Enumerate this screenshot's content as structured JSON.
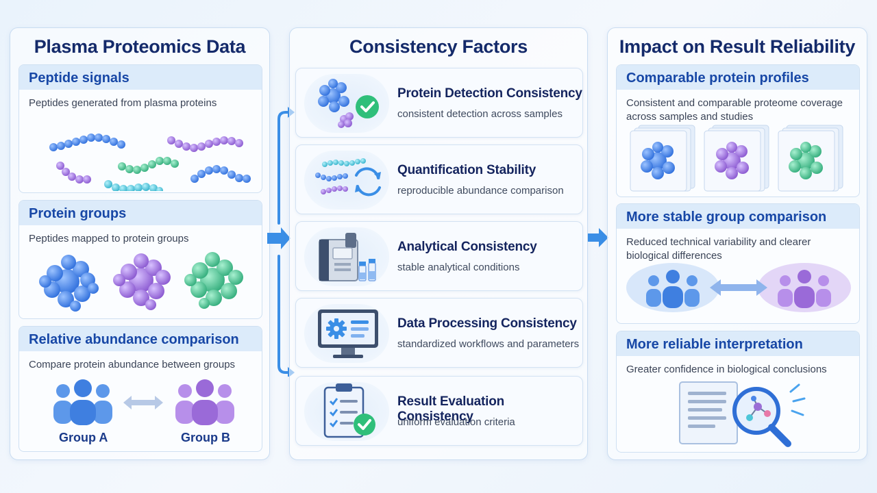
{
  "left": {
    "title": "Plasma Proteomics Data",
    "peptide": {
      "title": "Peptide signals",
      "desc": "Peptides generated from plasma proteins"
    },
    "protein": {
      "title": "Protein groups",
      "desc": "Peptides mapped to protein groups"
    },
    "abundance": {
      "title": "Relative abundance comparison",
      "desc": "Compare protein abundance between groups",
      "group_a": "Group A",
      "group_b": "Group B"
    }
  },
  "middle": {
    "title": "Consistency Factors",
    "factors": [
      {
        "title": "Protein Detection Consistency",
        "desc": "consistent detection across samples",
        "icon": "protein-check-icon"
      },
      {
        "title": "Quantification Stability",
        "desc": "reproducible abundance comparison",
        "icon": "refresh-cycle-icon"
      },
      {
        "title": "Analytical Consistency",
        "desc": "stable analytical conditions",
        "icon": "mass-spectrometer-icon"
      },
      {
        "title": "Data Processing Consistency",
        "desc": "standardized workflows and parameters",
        "icon": "monitor-gear-icon"
      },
      {
        "title": "Result Evaluation Consistency",
        "desc": "uniform evaluation criteria",
        "icon": "clipboard-check-icon"
      }
    ]
  },
  "right": {
    "title": "Impact on Result Reliability",
    "profiles": {
      "title": "Comparable protein profiles",
      "desc": "Consistent and comparable proteome coverage across samples and studies"
    },
    "group": {
      "title": "More stable group comparison",
      "desc": "Reduced technical variability and clearer biological differences"
    },
    "interp": {
      "title": "More reliable interpretation",
      "desc": "Greater confidence in biological conclusions"
    }
  },
  "colors": {
    "blue": "#4a86e8",
    "purple": "#9b6fd6",
    "green": "#4fbf8f",
    "teal": "#4dc6d8",
    "check_green": "#2fbf7a",
    "accent": "#3a8ee6",
    "title": "#142a6a",
    "heading": "#1747a6"
  }
}
